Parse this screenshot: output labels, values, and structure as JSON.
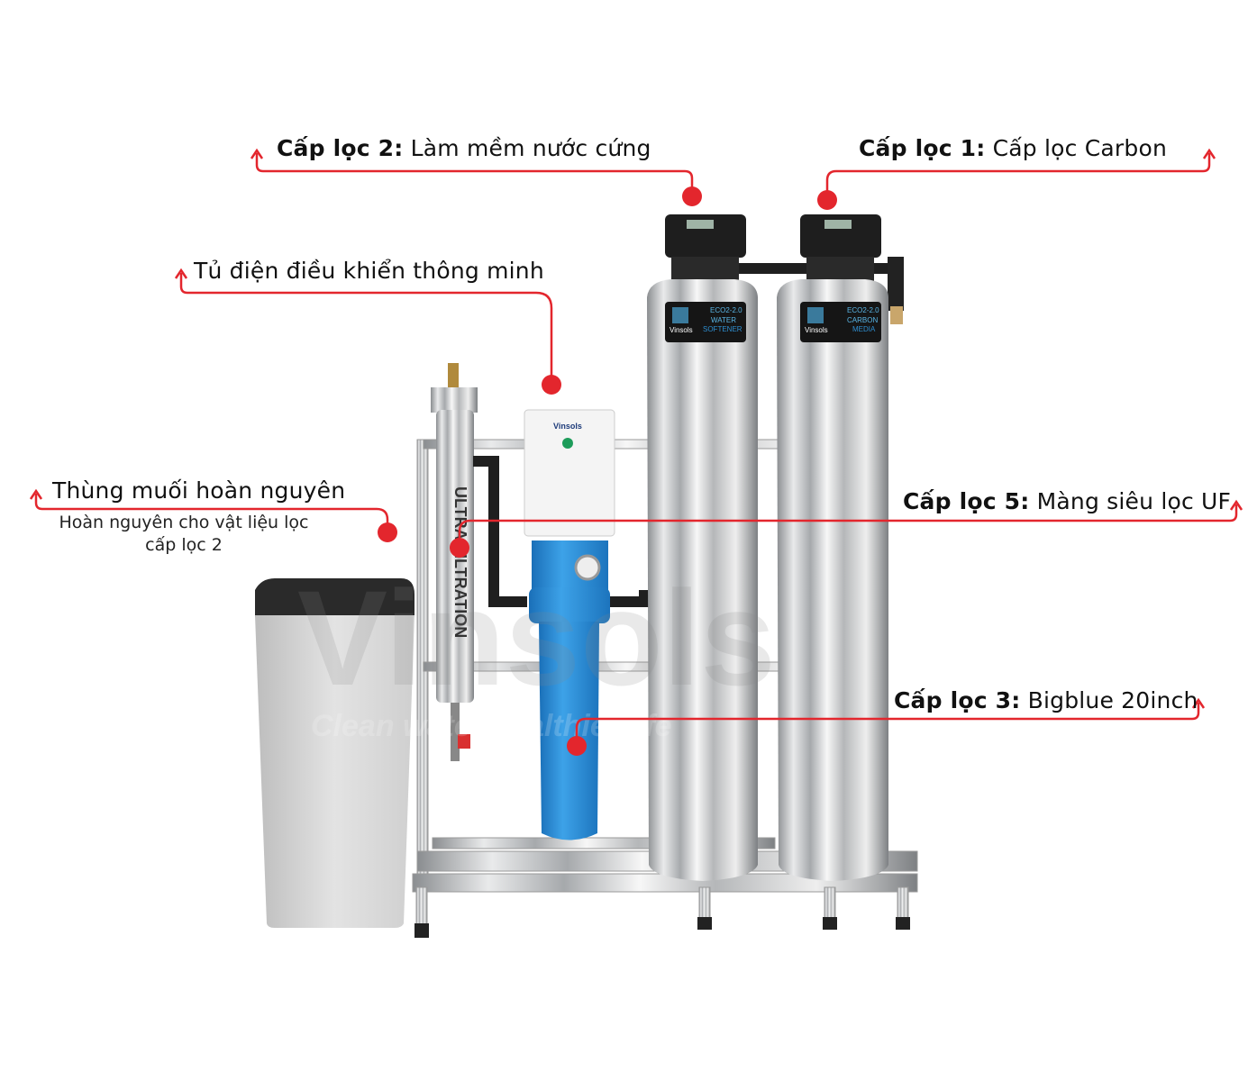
{
  "callouts": [
    {
      "id": "stage2",
      "title": "Cấp lọc 2:",
      "text": " Làm mềm nước cứng"
    },
    {
      "id": "stage1",
      "title": "Cấp lọc 1:",
      "text": " Cấp lọc Carbon"
    },
    {
      "id": "control",
      "title": "",
      "text": "Tủ điện điều khiển thông minh"
    },
    {
      "id": "brine",
      "title": "",
      "text": "Thùng muối hoàn nguyên",
      "subtext": [
        "Hoàn nguyên cho vật liệu lọc",
        "cấp lọc 2"
      ]
    },
    {
      "id": "stage5",
      "title": "Cấp lọc 5:",
      "text": " Màng siêu lọc UF"
    },
    {
      "id": "stage3",
      "title": "Cấp lọc 3:",
      "text": " Bigblue 20inch"
    }
  ],
  "product_labels": {
    "tank1_model": "ECO2-2.0",
    "tank1_line1": "WATER",
    "tank1_line2": "SOFTENER",
    "tank2_model": "ECO2-2.0",
    "tank2_line1": "CARBON",
    "tank2_line2": "MEDIA",
    "brand": "Vinsols",
    "uv_text": "ULTRA FILTRATION"
  },
  "watermark": {
    "brand": "Vinsols",
    "slogan": "Clean water healthier life"
  },
  "colors": {
    "accent": "#e3262d",
    "bigblue": "#2d8fd6",
    "steel": "#c9cbcd"
  }
}
